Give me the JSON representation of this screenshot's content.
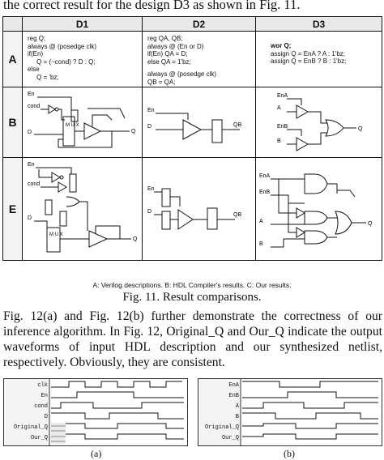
{
  "top_line": "the correct result for the design D3 as shown in Fig. 11.",
  "table": {
    "headers": [
      "",
      "D1",
      "D2",
      "D3"
    ],
    "rows": {
      "A": "A",
      "B": "B",
      "E": "E"
    },
    "code": {
      "d1": [
        "reg Q;",
        "always @ (posedge clk)",
        "if(En)",
        "     Q = (~cond) ? D : Q;",
        "else",
        "     Q = 'bz;"
      ],
      "d2": [
        "reg QA, QB;",
        "always @ (En or D)",
        "if(En) QA = D;",
        "else QA = 1'bz;",
        "",
        "always @ (posedge clk)",
        "QB = QA;"
      ],
      "d3": [
        "wor Q;",
        "assign Q = EnA ? A : 1'bz;",
        "assign Q = EnB ? B : 1'bz;"
      ]
    },
    "diagram_labels": {
      "en": "En",
      "cond": "cond",
      "d": "D",
      "q": "Q",
      "qb": "QB",
      "ena": "EnA",
      "enb": "EnB",
      "a": "A",
      "b": "B",
      "mux": "M U X"
    }
  },
  "legend": "A: Verilog descriptions. B: HDL Compiler's results. C: Our results.",
  "figure_caption": "Fig. 11. Result comparisons.",
  "paragraph": "Fig. 12(a) and Fig. 12(b) further demonstrate the correctness of our inference algorithm. In Fig. 12, Original_Q and Our_Q indicate the output waveforms of input HDL description and our synthesized netlist, respectively. Obviously, they are consistent.",
  "waveforms": {
    "a": {
      "signals": [
        "clk",
        "En",
        "cond",
        "D",
        "Original_Q",
        "Our_Q"
      ],
      "label": "(a)"
    },
    "b": {
      "signals": [
        "EnA",
        "EnB",
        "A",
        "B",
        "Original_Q",
        "Our_Q"
      ],
      "label": "(b)"
    }
  }
}
